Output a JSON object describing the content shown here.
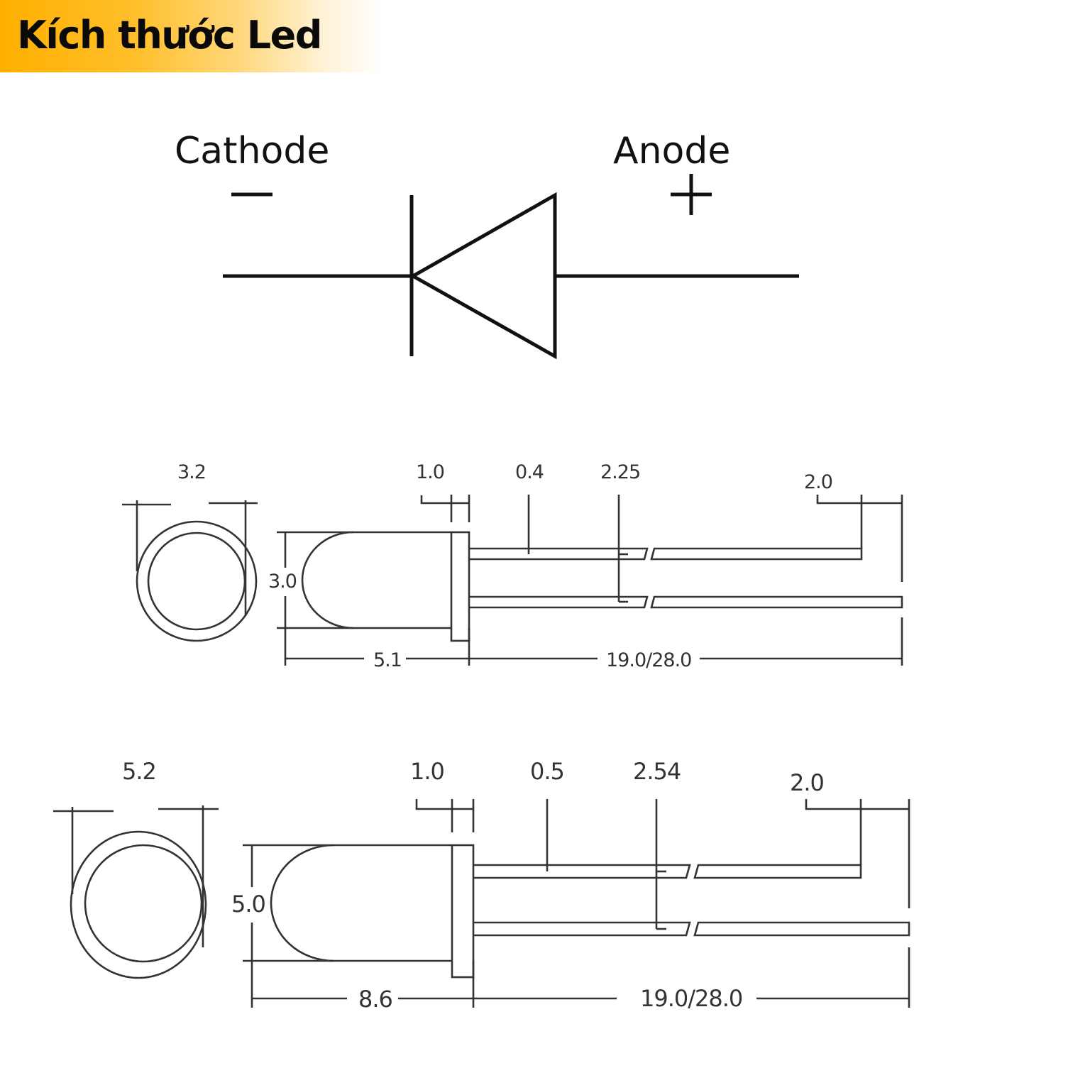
{
  "header": {
    "title": "Kích thước Led",
    "accent_color": "#ffb000"
  },
  "symbol": {
    "cathode_label": "Cathode",
    "cathode_sign": "−",
    "anode_label": "Anode",
    "anode_sign": "+"
  },
  "led_3mm": {
    "top_view_diameter": "3.2",
    "flange_width": "1.0",
    "lead_thickness": "0.4",
    "lead_spacing": "2.25",
    "lead_length_difference": "2.0",
    "body_diameter": "3.0",
    "body_length": "5.1",
    "lead_length": "19.0/28.0"
  },
  "led_5mm": {
    "top_view_diameter": "5.2",
    "flange_width": "1.0",
    "lead_thickness": "0.5",
    "lead_spacing": "2.54",
    "lead_length_difference": "2.0",
    "body_diameter": "5.0",
    "body_length": "8.6",
    "lead_length": "19.0/28.0"
  }
}
